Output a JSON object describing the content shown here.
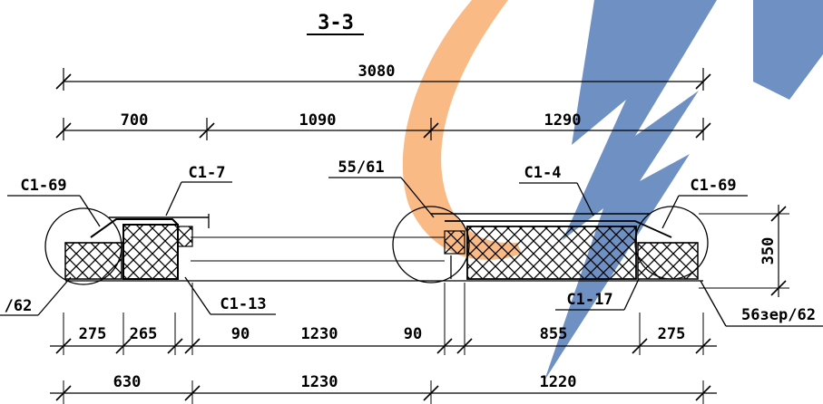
{
  "section_title": "3-3",
  "dimensions": {
    "overall": "3080",
    "row1": [
      "700",
      "1090",
      "1290"
    ],
    "row3": [
      "275",
      "265",
      "90",
      "1230",
      "90",
      "855",
      "275"
    ],
    "row4": [
      "630",
      "1230",
      "1220"
    ],
    "height": "350"
  },
  "callouts": {
    "c1_69_left": "C1-69",
    "c1_7": "C1-7",
    "ref_55_61": "55/61",
    "c1_4": "C1-4",
    "c1_69_right": "C1-69",
    "c1_13": "C1-13",
    "c1_17": "C1-17",
    "ref_62_left": "/62",
    "ref_56zer_62": "56зер/62"
  },
  "watermark": {
    "orange": "#f7a35c",
    "blue": "#4a74b4"
  }
}
